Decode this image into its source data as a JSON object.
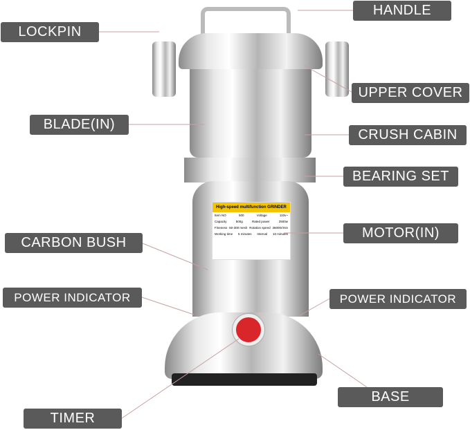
{
  "labels": {
    "handle": "HANDLE",
    "lockpin": "LOCKPIN",
    "upper_cover": "UPPER COVER",
    "blade": "BLADE(IN)",
    "crush_cabin": "CRUSH CABIN",
    "bearing_set": "BEARING SET",
    "motor": "MOTOR(IN)",
    "carbon_bush": "CARBON BUSH",
    "power_indicator_left": "POWER INDICATOR",
    "power_indicator_right": "POWER INDICATOR",
    "base": "BASE",
    "timer": "TIMER"
  },
  "plate": {
    "title": "High-speed multifunction GRINDER",
    "rows": [
      {
        "k1": "Item NO",
        "v1": "500",
        "k2": "Voltage",
        "v2": "110v~"
      },
      {
        "k1": "Capacity",
        "v1": "500g",
        "k2": "Rated power",
        "v2": "2500w"
      },
      {
        "k1": "Fineness",
        "v1": "50-300 mesh",
        "k2": "Rotation speed",
        "v2": "36000r/min"
      },
      {
        "k1": "Working time",
        "v1": "5 minutes",
        "k2": "Interval",
        "v2": "10 minutes"
      }
    ]
  },
  "colors": {
    "label_bg": "#5a5a5a",
    "plate_band": "#f5c400",
    "timer_knob": "#d8262a"
  }
}
